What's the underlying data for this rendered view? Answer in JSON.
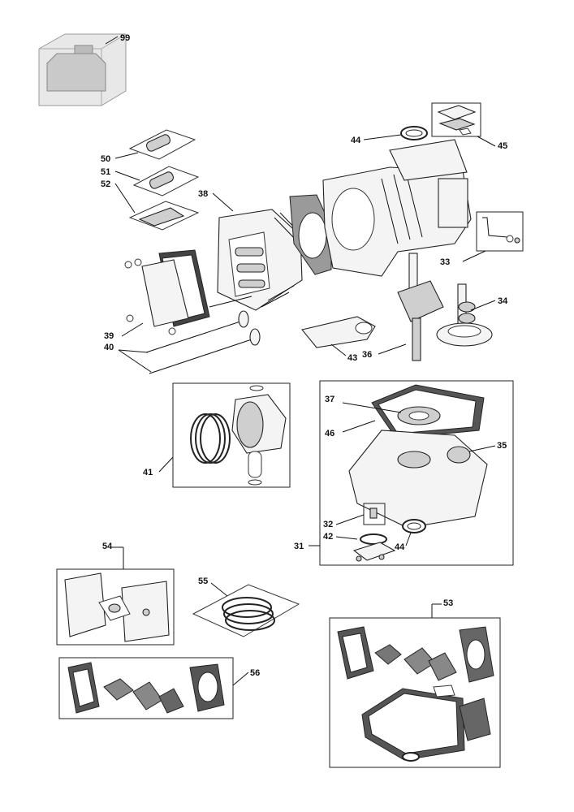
{
  "diagram": {
    "callouts": {
      "c99": "99",
      "c50": "50",
      "c51": "51",
      "c52": "52",
      "c38": "38",
      "c44a": "44",
      "c45": "45",
      "c33": "33",
      "c34": "34",
      "c39": "39",
      "c40": "40",
      "c43": "43",
      "c36": "36",
      "c41": "41",
      "c37": "37",
      "c46": "46",
      "c35": "35",
      "c32": "32",
      "c42": "42",
      "c44b": "44",
      "c31": "31",
      "c54": "54",
      "c55": "55",
      "c53": "53",
      "c56": "56"
    }
  }
}
